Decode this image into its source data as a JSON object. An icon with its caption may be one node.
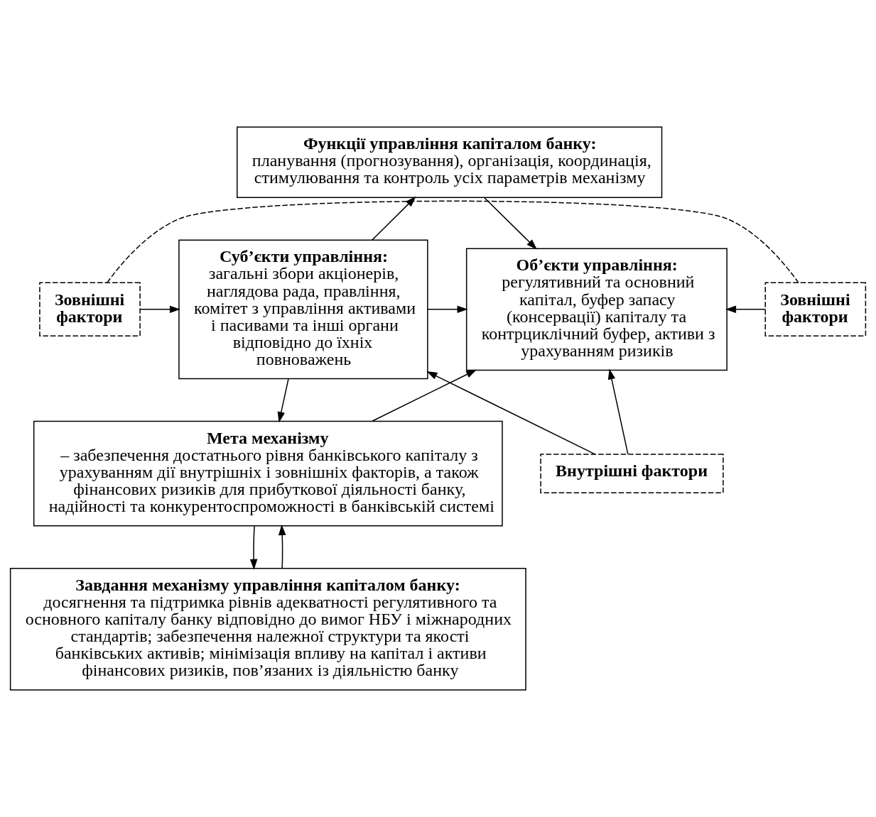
{
  "diagram": {
    "nodes": [
      {
        "text": [
          "Функції управління капіталом банку:",
          "планування (прогнозування), організація, координація, стимулювання та контроль усіх параметрів механізму"
        ]
      },
      {
        "text": [
          "Суб’єкти управління:",
          "загальні збори акціонерів, наглядова рада, правління, комітет з управління активами і пасивами та інші органи відповідно до їхніх повноважень"
        ]
      },
      {
        "text": [
          "Об’єкти управління:",
          "регулятивний та основний капітал, буфер запасу (консервації) капіталу та контрциклічний буфер, активи з урахуванням ризиків"
        ]
      },
      {
        "text": [
          "Мета механізму",
          "– забезпечення достатнього рівня банківського капіталу з урахуванням дії внутрішніх і зовнішніх факторів, а також фінансових ризиків для прибуткової діяльності банку, надійності та конкурентоспроможності в банківській системі"
        ]
      },
      {
        "text": [
          "Завдання механізму управління капіталом банку:",
          "досягнення та підтримка рівнів адекватності регулятивного та основного капіталу банку відповідно до вимог НБУ і міжнародних стандартів; забезпечення належної структури та якості банківських активів; мінімізація впливу на капітал і активи фінансових ризиків, пов’язаних із діяльністю банку"
        ]
      },
      {
        "text": [
          "Внутрішні фактори"
        ]
      },
      {
        "text": [
          "Зовнішні фактори"
        ]
      },
      {
        "text": [
          "Зовнішні фактори"
        ]
      }
    ],
    "edges": [
      {
        "from": 1,
        "to": 0,
        "arrow": "to"
      },
      {
        "from": 0,
        "to": 2,
        "arrow": "to"
      },
      {
        "from": 6,
        "to": 1,
        "arrow": "to"
      },
      {
        "from": 1,
        "to": 2,
        "arrow": "to"
      },
      {
        "from": 7,
        "to": 2,
        "arrow": "to"
      },
      {
        "from": 5,
        "to": 1,
        "arrow": "to"
      },
      {
        "from": 5,
        "to": 2,
        "arrow": "to"
      },
      {
        "from": 1,
        "to": 3,
        "arrow": "to"
      },
      {
        "from": 3,
        "to": 2,
        "arrow": "to"
      },
      {
        "from": 3,
        "to": 4,
        "arrow": "to"
      },
      {
        "from": 4,
        "to": 3,
        "arrow": "to"
      },
      {
        "from": 6,
        "to": 7,
        "arrow": "none",
        "style": "dashed"
      }
    ]
  }
}
